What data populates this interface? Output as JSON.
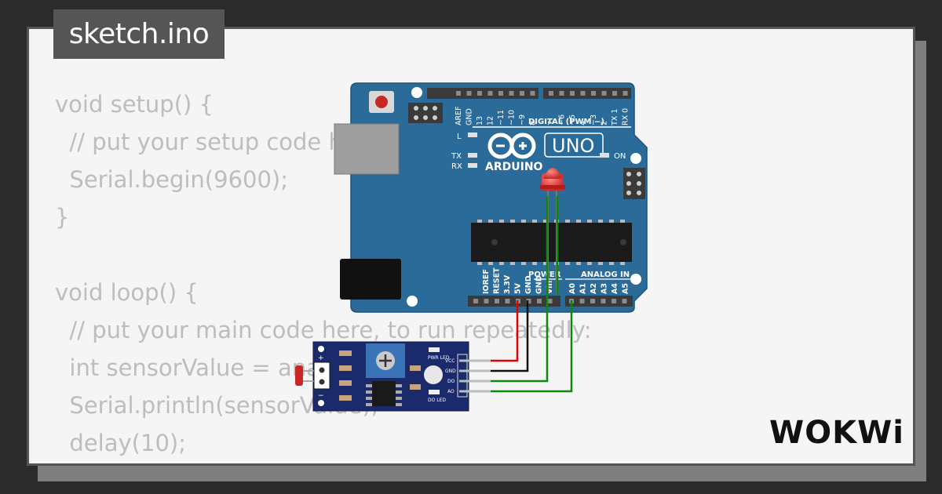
{
  "file_tab": {
    "name": "sketch.ino"
  },
  "code_lines": [
    "void setup() {",
    "  // put your setup code here, to run once:",
    "  Serial.begin(9600);",
    "}",
    "",
    "void loop() {",
    "  // put your main code here, to run repeatedly:",
    "  int sensorValue = analogRead(A0);",
    "  Serial.println(sensorValue);",
    "  delay(10);",
    "}"
  ],
  "board": {
    "brand": "ARDUINO",
    "model": "UNO",
    "digital_header_label": "DIGITAL (PWM ~)",
    "on_label": "ON",
    "l_label": "L",
    "tx_label": "TX",
    "rx_label": "RX",
    "power_label": "POWER",
    "analog_label": "ANALOG IN",
    "top_pins": [
      "AREF",
      "GND",
      "13",
      "12",
      "~11",
      "~10",
      "~9",
      "8",
      "7",
      "~6",
      "~5",
      "4",
      "~3",
      "2",
      "TX 1",
      "RX 0"
    ],
    "power_pins": [
      "IOREF",
      "RESET",
      "3.3V",
      "5V",
      "GND",
      "GND",
      "Vin"
    ],
    "analog_pins": [
      "A0",
      "A1",
      "A2",
      "A3",
      "A4",
      "A5"
    ]
  },
  "sensor_module": {
    "pins": [
      "VCC",
      "GND",
      "DO",
      "AO"
    ],
    "pwr_led": "PWR LED",
    "do_led": "DO LED"
  },
  "brand_logo": "WOKWi",
  "colors": {
    "board_blue": "#2b6b9a",
    "wire_red": "#e00000",
    "wire_black": "#111111",
    "wire_green": "#0a8a0a",
    "module_blue": "#1b2a6b",
    "led_red": "#e53935"
  }
}
